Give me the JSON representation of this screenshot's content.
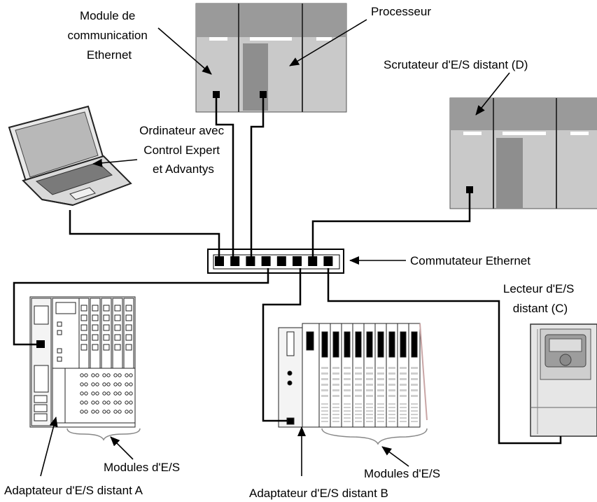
{
  "labels": {
    "ethernet_module": [
      "Module de",
      "communication",
      "Ethernet"
    ],
    "processor": "Processeur",
    "scanner": "Scrutateur d'E/S distant (D)",
    "computer": [
      "Ordinateur avec",
      "Control Expert",
      "et Advantys"
    ],
    "switch": "Commutateur Ethernet",
    "drive": [
      "Lecteur d'E/S",
      "distant  (C)"
    ],
    "modules_a": "Modules d'E/S",
    "adapter_a": "Adaptateur d'E/S distant A",
    "modules_b": "Modules d'E/S",
    "adapter_b": "Adaptateur d'E/S distant B"
  },
  "colors": {
    "rack_top": "#9a9a9a",
    "rack_body": "#c9c9c9",
    "rack_slot": "#8e8e8e",
    "cable": "#000000"
  },
  "switch_ports": 8
}
